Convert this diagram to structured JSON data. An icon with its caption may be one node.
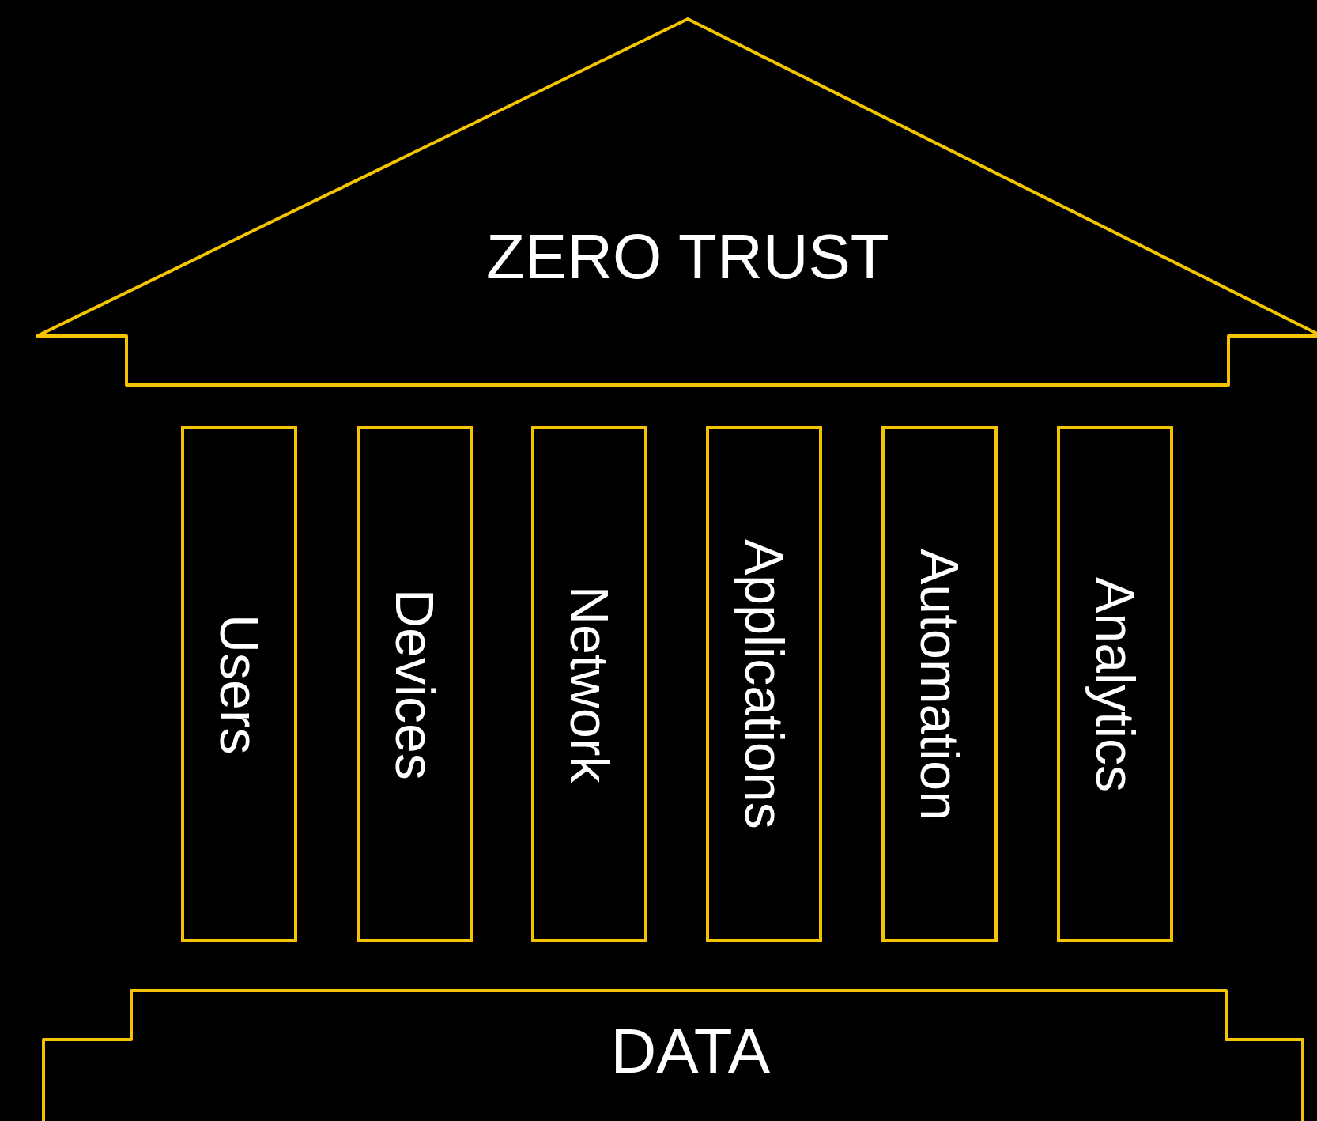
{
  "diagram": {
    "nodes": [
      {
        "text": [
          "ZERO TRUST"
        ]
      },
      {
        "text": [
          "Users"
        ]
      },
      {
        "text": [
          "Devices"
        ]
      },
      {
        "text": [
          "Network"
        ]
      },
      {
        "text": [
          "Applications"
        ]
      },
      {
        "text": [
          "Automation"
        ]
      },
      {
        "text": [
          "Analytics"
        ]
      },
      {
        "text": [
          "DATA"
        ]
      }
    ]
  }
}
